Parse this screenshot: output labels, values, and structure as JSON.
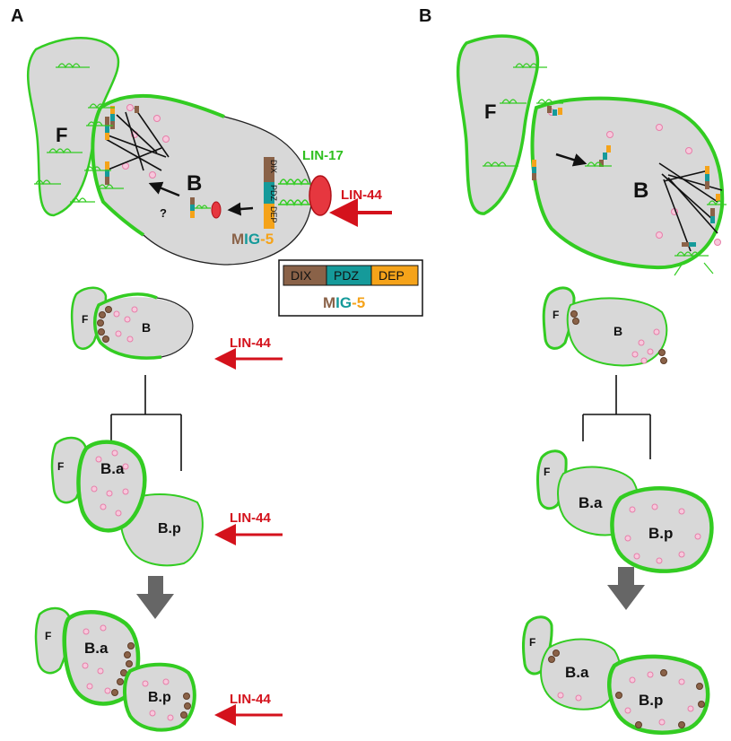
{
  "panels": {
    "a": "A",
    "b": "B"
  },
  "cells": {
    "f": "F",
    "b": "B",
    "ba": "B.a",
    "bp": "B.p"
  },
  "labels": {
    "lin44": "LIN-44",
    "lin17": "LIN-17",
    "question": "?",
    "mig_prefix": "M",
    "mig_mid": "IG",
    "mig_suffix": "-5",
    "dix": "DIX",
    "pdz": "PDZ",
    "dep": "DEP"
  },
  "legend": {
    "dix": "DIX",
    "pdz": "PDZ",
    "dep": "DEP",
    "mig_prefix": "M",
    "mig_mid": "IG",
    "mig_suffix": "-5"
  },
  "colors": {
    "membrane": "#33cc22",
    "cytoplasm": "#d8d8d8",
    "wnt": "#d4121c",
    "dix": "#8a6248",
    "pdz": "#159a9a",
    "dep": "#f5a31a",
    "vesicle": "#f7c8dc",
    "granule": "#8a6248",
    "division_arrow": "#666666"
  }
}
